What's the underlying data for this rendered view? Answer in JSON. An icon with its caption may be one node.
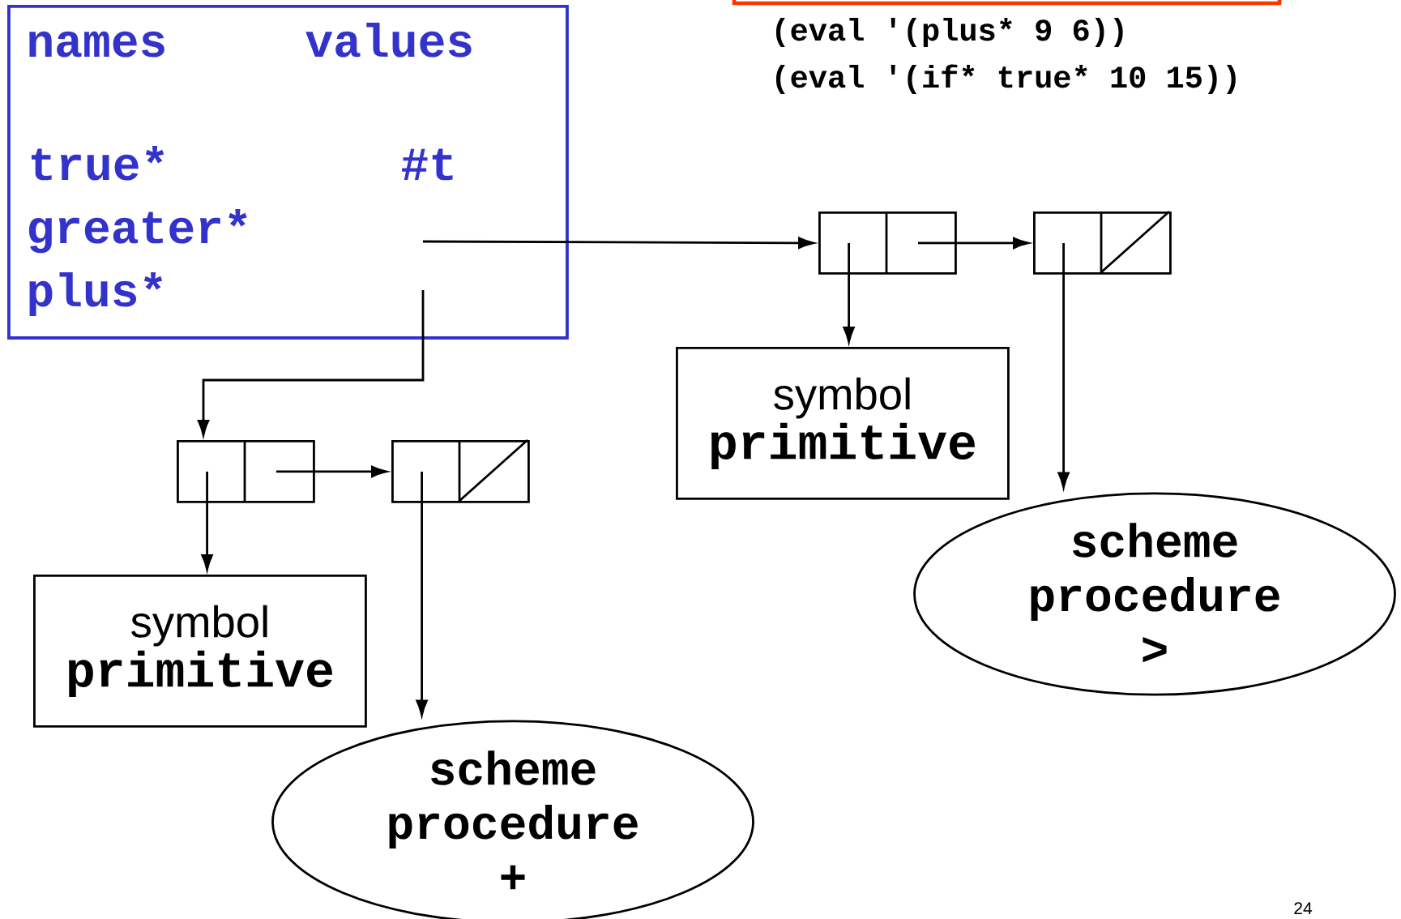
{
  "diagram": {
    "nodes": [
      {
        "text": [
          "names",
          "values",
          "true*",
          "#t",
          "greater*",
          "plus*"
        ]
      },
      {
        "text": [],
        "shape": "box"
      },
      {
        "text": [],
        "shape": "box"
      },
      {
        "text": [
          "symbol",
          "primitive"
        ]
      },
      {
        "text": [
          "scheme",
          "procedure",
          ">"
        ]
      },
      {
        "text": [],
        "shape": "box"
      },
      {
        "text": [],
        "shape": "box"
      },
      {
        "text": [
          "symbol",
          "primitive"
        ]
      },
      {
        "text": [
          "scheme",
          "procedure",
          "+"
        ]
      }
    ],
    "edges": [
      {
        "from": 0,
        "to": 1,
        "arrow": "to"
      },
      {
        "from": 1,
        "to": 2,
        "arrow": "to"
      },
      {
        "from": 1,
        "to": 3,
        "arrow": "to"
      },
      {
        "from": 2,
        "to": 4,
        "arrow": "to"
      },
      {
        "from": 0,
        "to": 5,
        "arrow": "to"
      },
      {
        "from": 5,
        "to": 6,
        "arrow": "to"
      },
      {
        "from": 5,
        "to": 7,
        "arrow": "to"
      },
      {
        "from": 6,
        "to": 8,
        "arrow": "to"
      }
    ],
    "labels": [
      "(eval '(plus* 9 6))",
      "(eval '(if* true* 10 15))",
      "24"
    ]
  }
}
